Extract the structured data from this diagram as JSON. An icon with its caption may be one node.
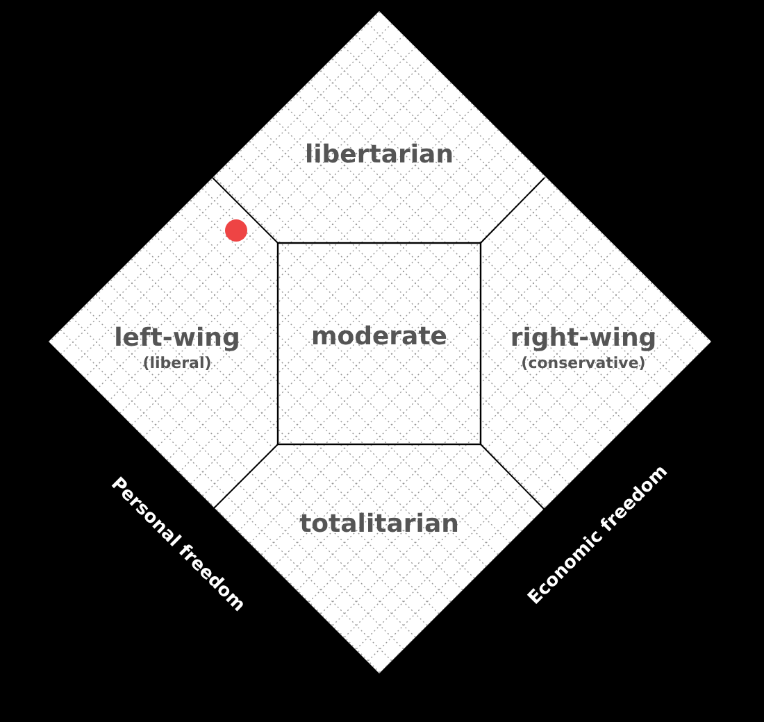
{
  "diagram": {
    "nodes": [
      {
        "text": [
          "libertarian"
        ]
      },
      {
        "text": [
          "left-wing",
          "(liberal)"
        ]
      },
      {
        "text": [
          "moderate"
        ]
      },
      {
        "text": [
          "right-wing",
          "(conservative)"
        ]
      },
      {
        "text": [
          "totalitarian"
        ]
      }
    ],
    "labels": [
      "Personal freedom",
      "Economic freedom"
    ]
  }
}
